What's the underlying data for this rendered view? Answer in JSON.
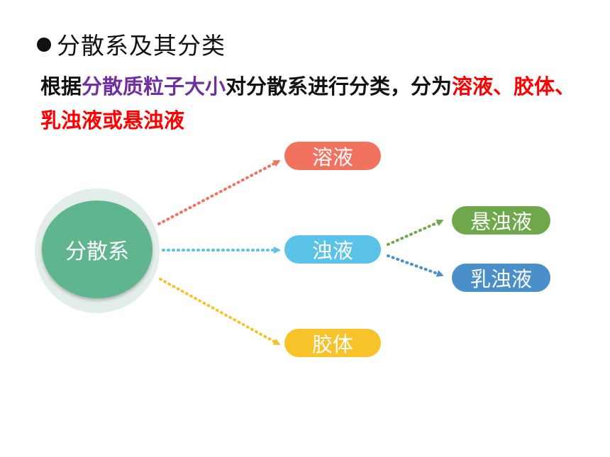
{
  "heading": {
    "text": "分散系及其分类"
  },
  "description": {
    "part1": "根据",
    "highlight1": "分散质粒子大小",
    "part2": "对分散系进行分类，分为",
    "highlight2": "溶液、胶体、乳浊液或悬浊液"
  },
  "diagram": {
    "root": "分散系",
    "nodes": {
      "solution": "溶液",
      "turbid": "浊液",
      "colloid": "胶体",
      "suspension": "悬浊液",
      "emulsion": "乳浊液"
    },
    "colors": {
      "solution": "#f27260",
      "turbid": "#5bc3e8",
      "colloid": "#f8c22a",
      "suspension": "#6ea84a",
      "emulsion": "#4a8fc9",
      "root": "#5eb58e",
      "root_ring": "#e3eeea",
      "highlight_purple": "#7030a0",
      "highlight_red": "#ff0000"
    }
  }
}
